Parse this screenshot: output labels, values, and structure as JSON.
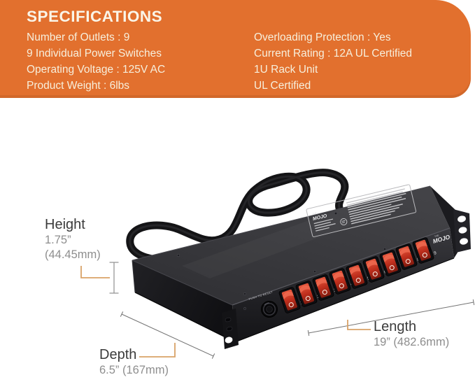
{
  "spec_panel": {
    "title": "SPECIFICATIONS",
    "left_column": [
      "Number of Outlets : 9",
      "9 Individual Power Switches",
      "Operating Voltage : 125V AC",
      "Product Weight : 6lbs"
    ],
    "right_column": [
      "Overloading Protection : Yes",
      "Current Rating : 12A UL Certified",
      "1U Rack Unit",
      "UL Certified"
    ],
    "background_color": "#E2702E",
    "text_color": "#F7EFDC"
  },
  "dimensions": {
    "height": {
      "label": "Height",
      "value_inches": "1.75”",
      "value_mm": "(44.45mm)"
    },
    "depth": {
      "label": "Depth",
      "value": "6.5” (167mm)"
    },
    "length": {
      "label": "Length",
      "value": "19” (482.6mm)"
    }
  },
  "device": {
    "switch_labels": [
      "1",
      "2",
      "3",
      "4",
      "5",
      "6",
      "7",
      "8",
      "9"
    ],
    "breaker_label": "PUSH TO RESET",
    "front_logo_small": "THE",
    "front_logo": "MOJO",
    "top_label_logo_small": "THE",
    "top_label_logo": "MOJO",
    "switch_color": "#C63524",
    "connector_line_color": "#D9A268"
  }
}
